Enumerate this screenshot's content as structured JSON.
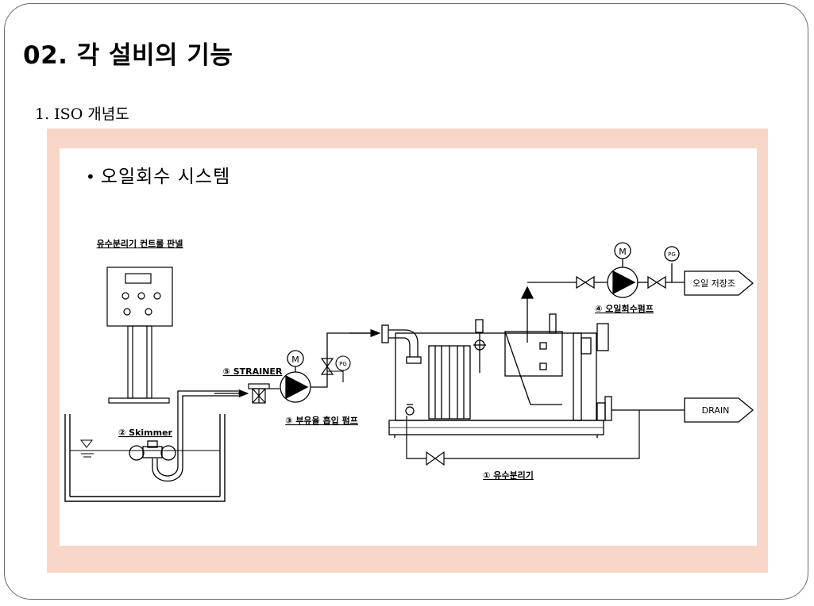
{
  "slide": {
    "title": "02. 각 설비의 기능",
    "subtitle": "1. ISO 개념도",
    "bullet": "오일회수 시스템"
  },
  "diagram": {
    "control_panel_label": "유수분리기 컨트롤 판넬",
    "skimmer_label": "② Skimmer",
    "strainer_label": "⑤ STRAINER",
    "suction_pump_label": "③ 부유율 흡입 펌프",
    "recovery_pump_label": "④ 오일회수펌프",
    "separator_label": "① 유수분리기",
    "oil_tank_label": "오일 저장조",
    "drain_label": "DRAIN",
    "motor_symbol": "M",
    "gauge_symbol_1": "PG",
    "gauge_symbol_2": "PG"
  }
}
